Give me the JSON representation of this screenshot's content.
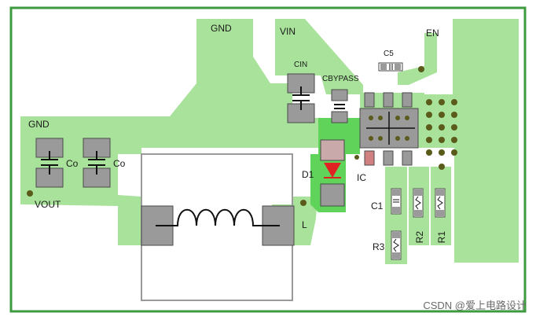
{
  "labels": {
    "gnd_top": "GND",
    "vin": "VIN",
    "en": "EN",
    "c5": "C5",
    "cin": "CIN",
    "cbypass": "CBYPASS",
    "gnd_left": "GND",
    "co1": "Co",
    "co2": "Co",
    "vout": "VOUT",
    "d1": "D1",
    "ic": "IC",
    "l": "L",
    "c1": "C1",
    "r3": "R3",
    "r2": "R2",
    "r1": "R1"
  },
  "watermark": "CSDN @爱上电路设计",
  "colors": {
    "board_outline": "#3e9a3e",
    "copper": "#a9e29a",
    "copper_bright": "#5fd35a",
    "pad": "#9a9a9a",
    "pad_stroke": "#4a4a4a",
    "via": "#5a5a1a",
    "diode": "#e02222"
  }
}
